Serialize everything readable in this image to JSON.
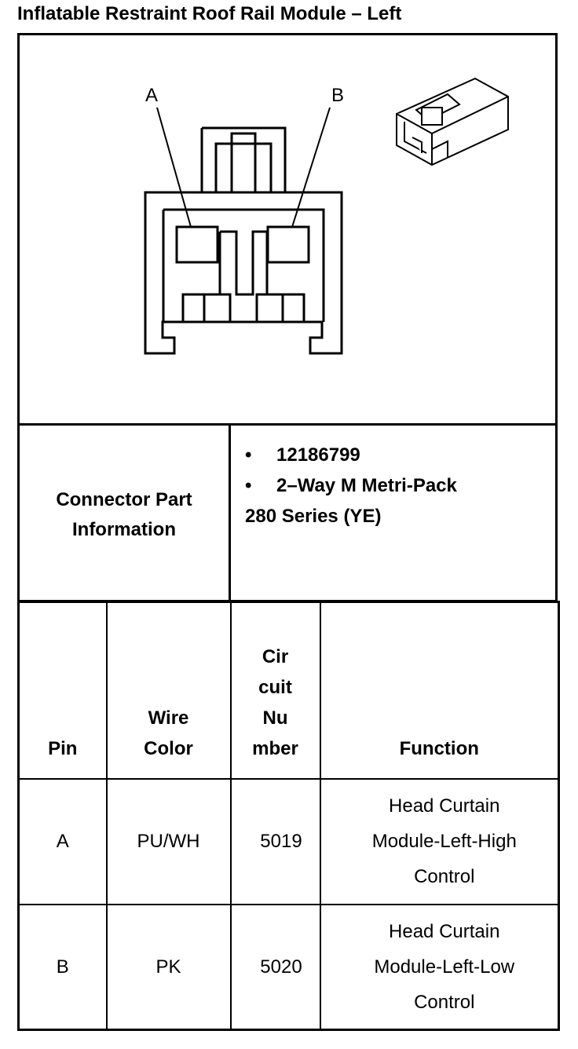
{
  "title": "Inflatable Restraint Roof Rail Module – Left",
  "diagram": {
    "pin_labels": [
      "A",
      "B"
    ]
  },
  "connector_info": {
    "label_line1": "Connector Part",
    "label_line2": "Information",
    "items": [
      {
        "bullet": "•",
        "text": "12186799"
      },
      {
        "bullet": "•",
        "text": "2–Way M Metri-Pack"
      }
    ],
    "continuation": "280 Series (YE)"
  },
  "table": {
    "headers": {
      "pin": "Pin",
      "wire_color_line1": "Wire",
      "wire_color_line2": "Color",
      "circuit_line1": "Cir",
      "circuit_line2": "cuit",
      "circuit_line3": "Nu",
      "circuit_line4": "mber",
      "function": "Function"
    },
    "rows": [
      {
        "pin": "A",
        "wire_color": "PU/WH",
        "circuit": "5019",
        "function_line1": "Head Curtain",
        "function_line2": "Module-Left-High",
        "function_line3": "Control"
      },
      {
        "pin": "B",
        "wire_color": "PK",
        "circuit": "5020",
        "function_line1": "Head Curtain",
        "function_line2": "Module-Left-Low",
        "function_line3": "Control"
      }
    ]
  }
}
